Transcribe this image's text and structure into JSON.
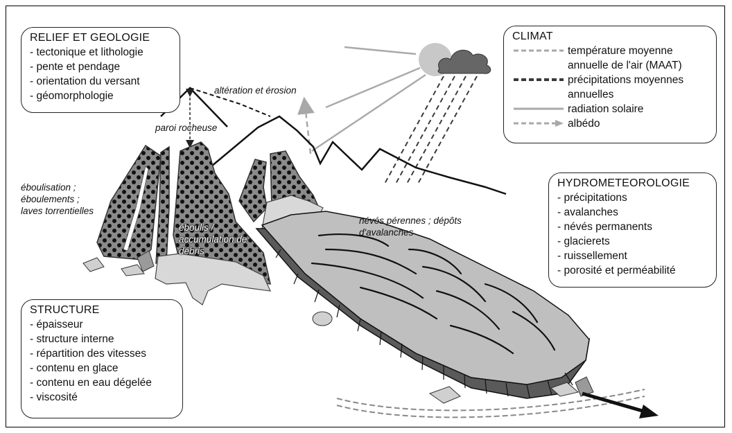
{
  "relief": {
    "title": "RELIEF ET GEOLOGIE",
    "items": [
      "tectonique et lithologie",
      "pente et pendage",
      "orientation du versant",
      "géomorphologie"
    ]
  },
  "climat": {
    "title": "CLIMAT",
    "legend": [
      {
        "label": "température moyenne annuelle de l'air (MAAT)",
        "line": "dashed",
        "color": "#a8a8a8"
      },
      {
        "label": "précipitations moyennes annuelles",
        "line": "dashed-bold",
        "color": "#3a3a3a"
      },
      {
        "label": "radiation solaire",
        "line": "solid",
        "color": "#aaaaaa"
      },
      {
        "label": "albédo",
        "line": "dashed-arrow",
        "color": "#a8a8a8"
      }
    ]
  },
  "hydro": {
    "title": "HYDROMETEOROLOGIE",
    "items": [
      "précipitations",
      "avalanches",
      "névés permanents",
      "glacierets",
      "ruissellement",
      "porosité et perméabilité"
    ]
  },
  "structure": {
    "title": "STRUCTURE",
    "items": [
      "épaisseur",
      "structure interne",
      "répartition des vitesses",
      "contenu en glace",
      "contenu en eau dégelée",
      "viscosité"
    ]
  },
  "labels": {
    "alteration": "altération et érosion",
    "paroi": "paroi rocheuse",
    "eboulisation": "éboulisation ; éboulements ; laves torrentielles",
    "eboulis": "éboulis / accumulation de débris",
    "neves": "névés pérennes ; dépôts d'avalanches"
  },
  "colors": {
    "talus": "#8a8a8a",
    "glacier_body": "#bfbfbf",
    "front": "#5a5a5a",
    "snow": "#d8d8d8",
    "sun": "#c8c8c8",
    "cloud": "#666666"
  }
}
